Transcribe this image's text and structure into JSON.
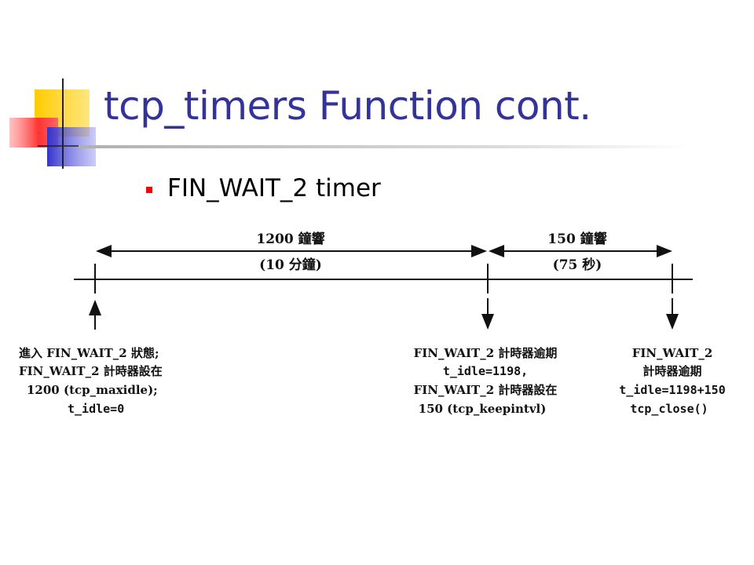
{
  "slide": {
    "title": "tcp_timers Function cont.",
    "bullet": "FIN_WAIT_2 timer"
  },
  "diagram": {
    "span1_top": "1200 鐘響",
    "span1_bottom": "(10 分鐘)",
    "span2_top": "150 鐘響",
    "span2_bottom": "(75 秒)",
    "left_label": [
      "進入 FIN_WAIT_2 狀態;",
      "FIN_WAIT_2 計時器設在",
      "1200 (tcp_maxidle);",
      "t_idle=0"
    ],
    "middle_label": [
      "FIN_WAIT_2 計時器逾期",
      "t_idle=1198,",
      "FIN_WAIT_2 計時器設在",
      "150 (tcp_keepintvl)"
    ],
    "right_label": [
      "FIN_WAIT_2",
      "計時器逾期",
      "t_idle=1198+150",
      "tcp_close()"
    ]
  },
  "colors": {
    "title": "#333399",
    "bullet": "#ff0000",
    "deco_yellow": "#ffcc00",
    "deco_blue": "#3333cc",
    "deco_red": "#ff3333"
  }
}
